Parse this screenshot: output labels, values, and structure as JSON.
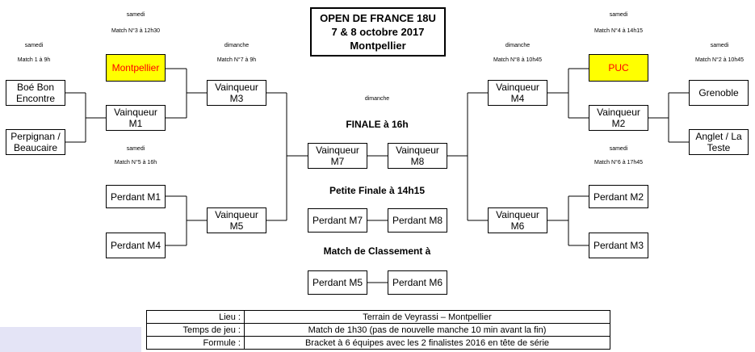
{
  "title": {
    "line1": "OPEN DE FRANCE 18U",
    "line2": "7 & 8 octobre 2017",
    "line3": "Montpellier"
  },
  "colors": {
    "seed_fill": "#ffff00",
    "seed_text": "#ff0000",
    "panel": "#e4e4f6"
  },
  "left": {
    "m1": {
      "day": "samedi",
      "label": "Match 1 à 9h",
      "team_a": "Boé Bon Encontre",
      "team_b": "Perpignan / Beaucaire"
    },
    "m3": {
      "day": "samedi",
      "label": "Match N°3 à 12h30",
      "seed": "Montpellier",
      "winner_m1": "Vainqueur M1"
    },
    "m7": {
      "day": "dimanche",
      "label": "Match N°7 à 9h",
      "winner": "Vainqueur M3"
    },
    "m5": {
      "day": "samedi",
      "label": "Match N°5 à 16h",
      "loser_a": "Perdant M1",
      "loser_b": "Perdant M4",
      "winner": "Vainqueur M5"
    }
  },
  "right": {
    "m2": {
      "day": "samedi",
      "label": "Match N°2 à 10h45",
      "team_a": "Grenoble",
      "team_b": "Anglet / La Teste"
    },
    "m4": {
      "day": "samedi",
      "label": "Match N°4 à 14h15",
      "seed": "PUC",
      "winner_m2": "Vainqueur M2"
    },
    "m8": {
      "day": "dimanche",
      "label": "Match N°8 à 10h45",
      "winner": "Vainqueur M4"
    },
    "m6": {
      "day": "samedi",
      "label": "Match N°6 à 17h45",
      "loser_a": "Perdant M2",
      "loser_b": "Perdant M3",
      "winner": "Vainqueur M6"
    }
  },
  "center": {
    "day": "dimanche",
    "finale": {
      "label": "FINALE à 16h",
      "a": "Vainqueur M7",
      "b": "Vainqueur M8"
    },
    "petite": {
      "label": "Petite Finale à 14h15",
      "a": "Perdant M7",
      "b": "Perdant M8"
    },
    "classement": {
      "label": "Match de Classement à",
      "a": "Perdant M5",
      "b": "Perdant M6"
    }
  },
  "info": [
    {
      "key": "Lieu :",
      "value": "Terrain de Veyrassi – Montpellier"
    },
    {
      "key": "Temps de jeu :",
      "value": "Match de 1h30 (pas de nouvelle manche 10 min avant la fin)"
    },
    {
      "key": "Formule :",
      "value": "Bracket à 6 équipes avec les 2 finalistes 2016 en tête de série"
    }
  ]
}
